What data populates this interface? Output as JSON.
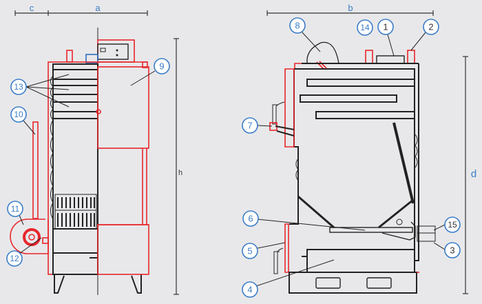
{
  "dimensions": {
    "a": "a",
    "b": "b",
    "c": "c",
    "d": "d",
    "h": "h"
  },
  "colors": {
    "callout": "#3a7cc7",
    "hot_parts": "#e8262b",
    "body": "#222222",
    "background": "#e8e8ea"
  },
  "callouts": {
    "c1": "1",
    "c2": "2",
    "c3": "3",
    "c4": "4",
    "c5": "5",
    "c6": "6",
    "c7": "7",
    "c8": "8",
    "c9": "9",
    "c10": "10",
    "c11": "11",
    "c12": "12",
    "c13": "13",
    "c14": "14",
    "c15": "15"
  }
}
